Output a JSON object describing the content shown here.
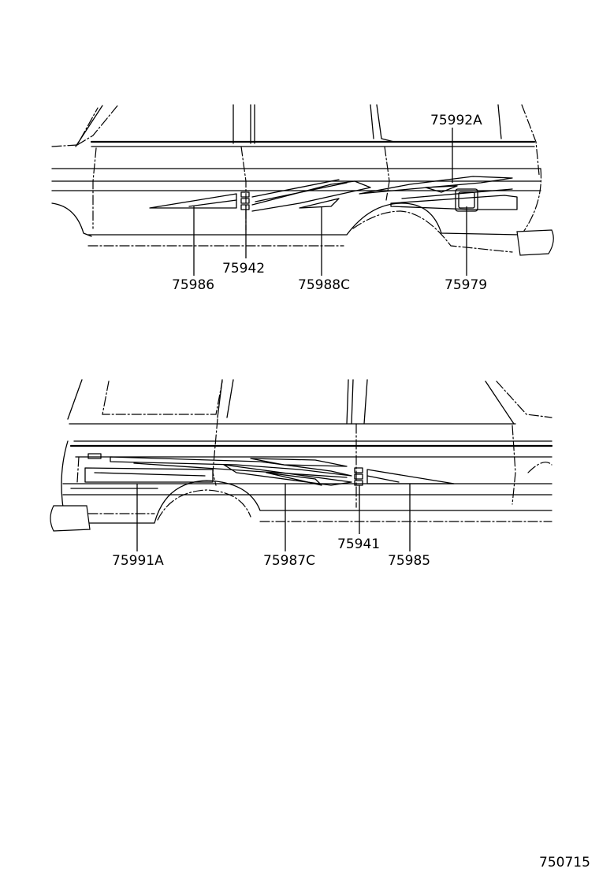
{
  "upper_view": {
    "labels": [
      "75992A",
      "75942",
      "75986",
      "75988C",
      "75979"
    ]
  },
  "lower_view": {
    "labels": [
      "75941",
      "75991A",
      "75987C",
      "75985"
    ]
  },
  "reference_number": "750715"
}
